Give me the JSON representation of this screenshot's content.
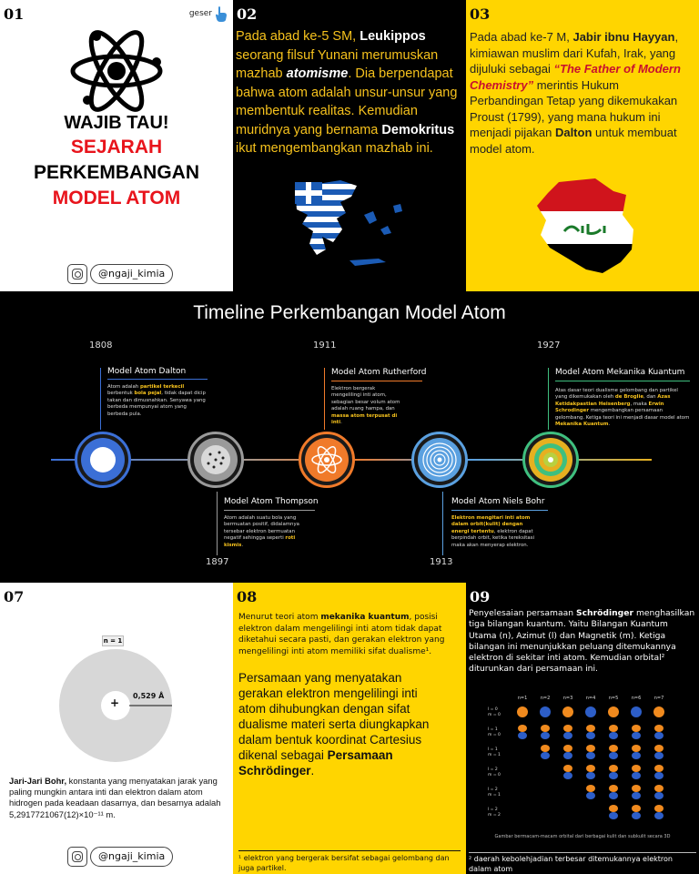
{
  "panel01": {
    "number": "01",
    "swipe_label": "geser",
    "title_line1": "WAJIB TAU!",
    "title_line2": "SEJARAH",
    "title_line3": "PERKEMBANGAN",
    "title_line4": "MODEL ATOM",
    "handle": "@ngaji_kimia",
    "colors": {
      "accent": "#e8141c",
      "text": "#000000"
    }
  },
  "panel02": {
    "number": "02",
    "text_a": "Pada abad ke-5 SM, ",
    "name_a": "Leukippos",
    "text_b": " seorang filsuf Yunani merumuskan mazhab ",
    "term": "atomisme",
    "text_c": ". Dia berpendapat bahwa atom adalah unsur-unsur yang membentuk realitas. Kemudian muridnya yang bernama ",
    "name_b": "Demokritus",
    "text_d": " ikut mengembangkan mazhab ini.",
    "colors": {
      "text": "#f6c21d",
      "background": "#000000"
    }
  },
  "panel03": {
    "number": "03",
    "text_a": "Pada abad ke-7 M, ",
    "name_a": "Jabir ibnu Hayyan",
    "text_b": ", kimiawan muslim dari Kufah, Irak, yang dijuluki sebagai ",
    "nickname": "“The Father of Modern Chemistry”",
    "text_c": " merintis Hukum Perbandingan Tetap yang dikemukakan Proust (1799), yang mana hukum ini menjadi pijakan ",
    "name_b": "Dalton",
    "text_d": " untuk membuat model atom.",
    "colors": {
      "background": "#ffd500",
      "nickname": "#c8102e"
    }
  },
  "timeline": {
    "title": "Timeline Perkembangan Model Atom",
    "models": [
      {
        "year": "1808",
        "name": "Model Atom Dalton",
        "text_parts": [
          "Atom adalah ",
          "partikel terkecil",
          " berbentuk ",
          "bola pejal",
          ", tidak dapat dicip takan dan dimusnahkan. Senyawa yang berbeda mempunyai atom yang berbeda pula."
        ],
        "color": "#3b6fd6"
      },
      {
        "year": "1897",
        "name": "Model Atom Thompson",
        "text_parts": [
          "Atom adalah suatu bola yang bermuatan positif, didalamnya tersebar elektron bermuatan negatif sehingga seperti ",
          "roti kismis",
          "."
        ],
        "color": "#9a9a9a"
      },
      {
        "year": "1911",
        "name": "Model Atom Rutherford",
        "text_parts": [
          "Elektron bergerak mengelilingi inti atom, sebagian besar volum atom adalah ruang hampa, dan ",
          "massa atom terpusat di inti",
          "."
        ],
        "color": "#f07a2a"
      },
      {
        "year": "1913",
        "name": "Model Atom Niels Bohr",
        "text_parts": [
          "Elektron mengitari inti atom dalam orbit(kulit) dengan energi tertentu",
          ", elektron dapat berpindah orbit, ketika tereksitasi maka akan menyerap elektron."
        ],
        "color": "#5aa0e0"
      },
      {
        "year": "1927",
        "name": "Model Atom Mekanika Kuantum",
        "text_parts": [
          "Atas dasar teori dualisme gelombang dan partikel yang dikemukakan oleh ",
          "de Broglie",
          ", dan ",
          "Azas Ketidakpastian Heisenberg",
          ", maka ",
          "Erwin Schrodinger",
          " mengembangkan persamaan gelombang. Ketiga teori ini menjadi dasar model atom ",
          "Mekanika Kuantum",
          "."
        ],
        "color": "#e6b020"
      }
    ]
  },
  "panel07": {
    "number": "07",
    "shell_label": "n = 1",
    "nucleus_label": "+",
    "radius_label": "0,529 Å",
    "caption_bold": "Jari-Jari Bohr,",
    "caption_text": " konstanta yang menyatakan jarak yang paling mungkin antara inti dan elektron dalam atom hidrogen pada keadaan dasarnya, dan besarnya adalah 5,2917721067(12)×10⁻¹¹ m.",
    "handle": "@ngaji_kimia"
  },
  "panel08": {
    "number": "08",
    "p1_a": "Menurut teori atom ",
    "p1_bold": "mekanika kuantum",
    "p1_b": ", posisi elektron dalam mengelilingi inti atom tidak dapat diketahui secara pasti, dan gerakan elektron yang mengelilingi inti atom memiliki sifat dualisme¹.",
    "p2_a": "Persamaan yang menyatakan gerakan elektron mengelilingi inti atom dihubungkan dengan sifat dualisme materi serta diungkapkan dalam bentuk koordinat Cartesius dikenal sebagai ",
    "p2_bold": "Persamaan Schrödinger",
    "p2_b": ".",
    "footnote": "¹ elektron yang bergerak bersifat sebagai gelombang dan juga partikel."
  },
  "panel09": {
    "number": "09",
    "p_a": "Penyelesaian persamaan ",
    "p_bold": "Schrödinger",
    "p_b": " menghasilkan tiga bilangan kuantum. Yaitu Bilangan Kuantum Utama (n), Azimut (l) dan Magnetik (m). Ketiga bilangan ini menunjukkan peluang ditemukannya elektron di sekitar inti atom. Kemudian orbital² diturunkan dari persamaan ini.",
    "orbital_columns": [
      "n=1",
      "n=2",
      "n=3",
      "n=4",
      "n=5",
      "n=6",
      "n=7"
    ],
    "orbital_rows": [
      "l = 0\nm = 0",
      "l = 1\nm = 0",
      "l = 1\nm = 1",
      "l = 2\nm = 0",
      "l = 2\nm = 1",
      "l = 2\nm = 2"
    ],
    "orbital_caption": "Gambar bermacam-macam orbital dari berbagai kulit dan subkulit secara 3D",
    "footnote": "² daerah kebolehjadian terbesar ditemukannya elektron dalam atom"
  }
}
